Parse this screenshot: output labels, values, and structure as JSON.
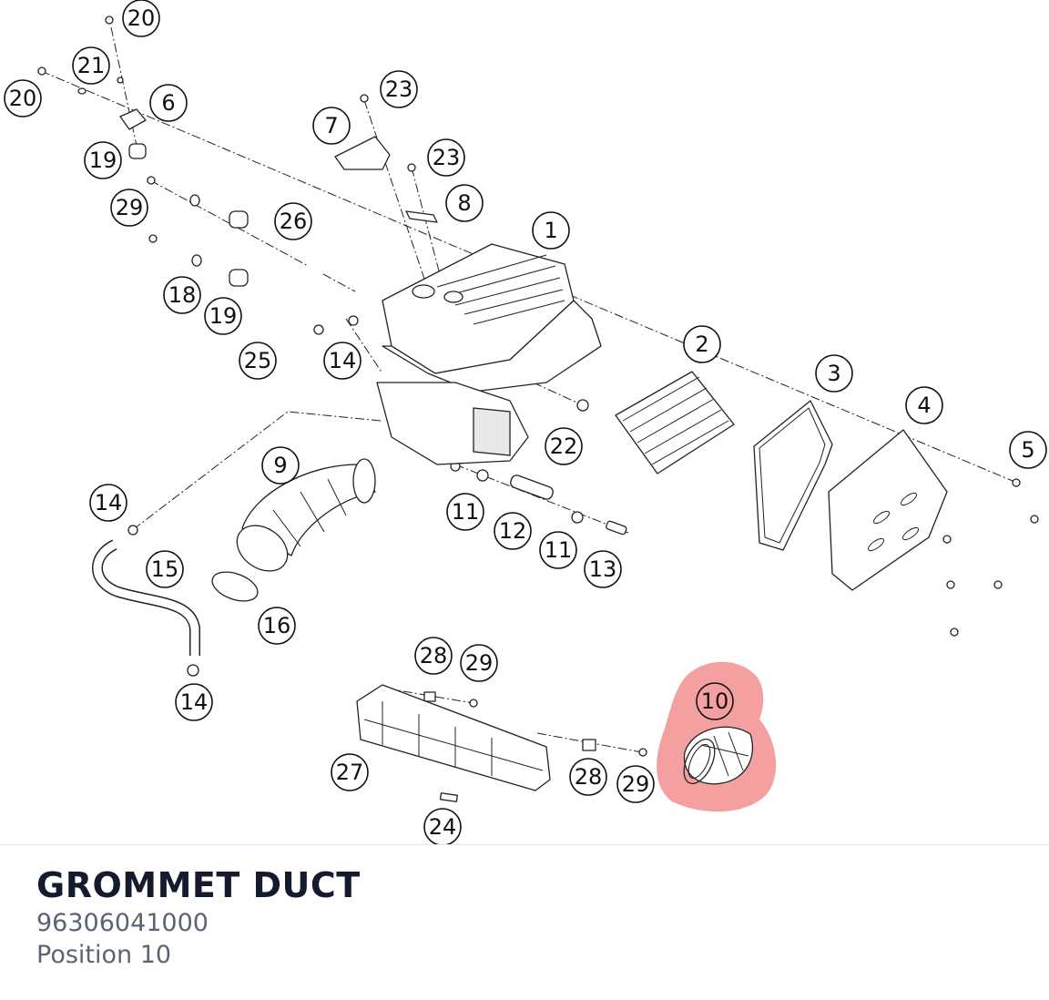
{
  "part": {
    "name": "GROMMET DUCT",
    "number": "96306041000",
    "position": "Position 10"
  },
  "highlight": {
    "callout": "10",
    "color": "#f08080"
  },
  "callouts": [
    {
      "id": "c20a",
      "label": "20"
    },
    {
      "id": "c21",
      "label": "21"
    },
    {
      "id": "c20b",
      "label": "20"
    },
    {
      "id": "c6",
      "label": "6"
    },
    {
      "id": "c19a",
      "label": "19"
    },
    {
      "id": "c29a",
      "label": "29"
    },
    {
      "id": "c26",
      "label": "26"
    },
    {
      "id": "c18",
      "label": "18"
    },
    {
      "id": "c19b",
      "label": "19"
    },
    {
      "id": "c25",
      "label": "25"
    },
    {
      "id": "c14a",
      "label": "14"
    },
    {
      "id": "c7",
      "label": "7"
    },
    {
      "id": "c23a",
      "label": "23"
    },
    {
      "id": "c23b",
      "label": "23"
    },
    {
      "id": "c8",
      "label": "8"
    },
    {
      "id": "c1",
      "label": "1"
    },
    {
      "id": "c2",
      "label": "2"
    },
    {
      "id": "c3",
      "label": "3"
    },
    {
      "id": "c4",
      "label": "4"
    },
    {
      "id": "c5",
      "label": "5"
    },
    {
      "id": "c22",
      "label": "22"
    },
    {
      "id": "c9",
      "label": "9"
    },
    {
      "id": "c14b",
      "label": "14"
    },
    {
      "id": "c15",
      "label": "15"
    },
    {
      "id": "c16",
      "label": "16"
    },
    {
      "id": "c11a",
      "label": "11"
    },
    {
      "id": "c12",
      "label": "12"
    },
    {
      "id": "c11b",
      "label": "11"
    },
    {
      "id": "c13",
      "label": "13"
    },
    {
      "id": "c14c",
      "label": "14"
    },
    {
      "id": "c28a",
      "label": "28"
    },
    {
      "id": "c29b",
      "label": "29"
    },
    {
      "id": "c10",
      "label": "10"
    },
    {
      "id": "c27",
      "label": "27"
    },
    {
      "id": "c28b",
      "label": "28"
    },
    {
      "id": "c29c",
      "label": "29"
    },
    {
      "id": "c24",
      "label": "24"
    }
  ]
}
